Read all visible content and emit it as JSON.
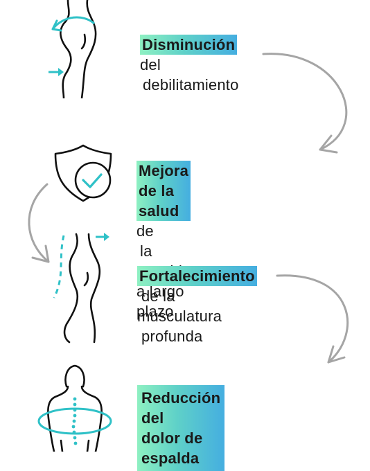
{
  "colors": {
    "teal": "#2fc1c7",
    "gradient_start": "#8ef0c2",
    "gradient_end": "#45aee0",
    "outline": "#111111",
    "arrow": "#a5a5a5"
  },
  "steps": [
    {
      "icon": "posture-side-icon",
      "highlight": "Disminución",
      "rest_line1": "del",
      "rest_line2": "debilitamiento"
    },
    {
      "icon": "shield-clock-icon",
      "highlight": "Mejora de la salud",
      "rest_line1": "de",
      "rest_line2": "la espalda a largo plazo"
    },
    {
      "icon": "spine-side-icon",
      "highlight": "Fortalecimiento",
      "rest_line2": "de la musculatura",
      "rest_line3": "profunda"
    },
    {
      "icon": "back-spine-icon",
      "highlight_line1": "Reducción del",
      "highlight_line2": "dolor de espalda"
    }
  ]
}
